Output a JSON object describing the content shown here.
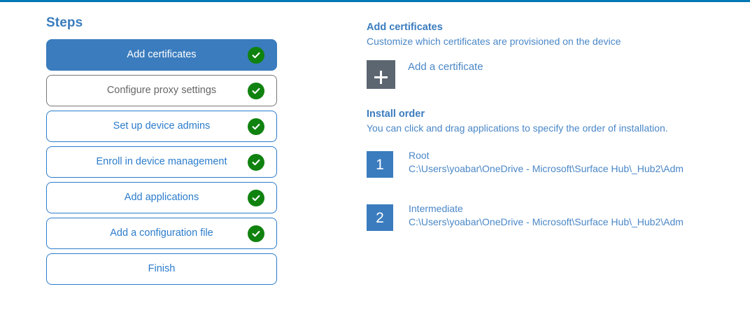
{
  "theme": {
    "accent_blue": "#3a7cbe",
    "link_blue": "#4a87c7",
    "border_blue": "#2b7ccc",
    "check_green": "#10820f",
    "tile_grey": "#5c6670",
    "muted_grey": "#666666",
    "top_rule_blue": "#0078b4"
  },
  "steps_pane": {
    "title": "Steps",
    "items": [
      {
        "label": "Add certificates",
        "state": "active",
        "completed": true,
        "check_icon": "check-circle-icon"
      },
      {
        "label": "Configure proxy settings",
        "state": "muted",
        "completed": true,
        "check_icon": "check-circle-icon"
      },
      {
        "label": "Set up device admins",
        "state": "normal",
        "completed": true,
        "check_icon": "check-circle-icon"
      },
      {
        "label": "Enroll in device management",
        "state": "normal",
        "completed": true,
        "check_icon": "check-circle-icon"
      },
      {
        "label": "Add applications",
        "state": "normal",
        "completed": true,
        "check_icon": "check-circle-icon"
      },
      {
        "label": "Add a configuration file",
        "state": "normal",
        "completed": true,
        "check_icon": "check-circle-icon"
      },
      {
        "label": "Finish",
        "state": "normal",
        "completed": false,
        "check_icon": ""
      }
    ]
  },
  "detail_pane": {
    "heading": "Add certificates",
    "subheading": "Customize which certificates are provisioned on the device",
    "add_certificate": {
      "icon": "plus-icon",
      "label": "Add a certificate"
    },
    "install_order": {
      "heading": "Install order",
      "description": "You can click and drag applications to specify the order of installation.",
      "items": [
        {
          "number": "1",
          "name": "Root",
          "path": "C:\\Users\\yoabar\\OneDrive - Microsoft\\Surface Hub\\_Hub2\\Adm"
        },
        {
          "number": "2",
          "name": "Intermediate",
          "path": "C:\\Users\\yoabar\\OneDrive - Microsoft\\Surface Hub\\_Hub2\\Adm"
        }
      ]
    }
  }
}
